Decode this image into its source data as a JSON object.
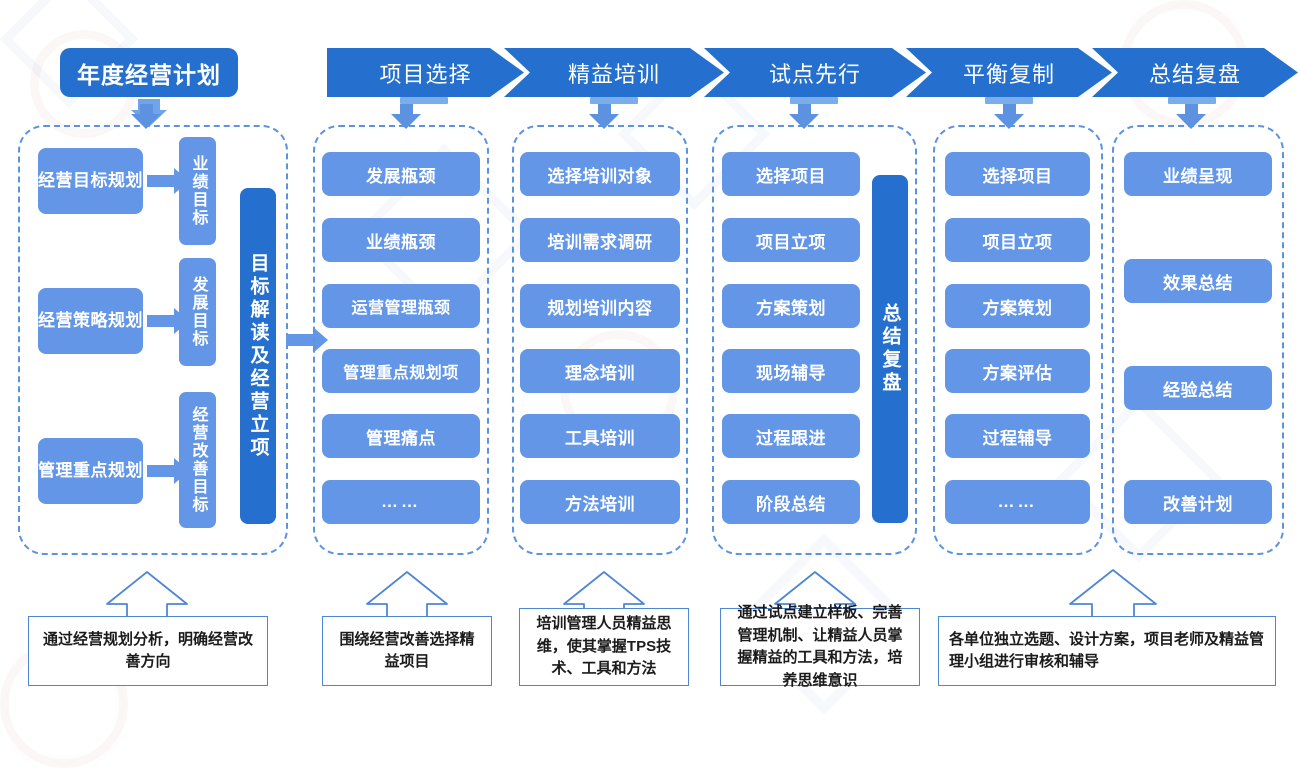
{
  "header": {
    "plan_title": "年度经营计划",
    "stages": [
      {
        "label": "项目选择"
      },
      {
        "label": "精益培训"
      },
      {
        "label": "试点先行"
      },
      {
        "label": "平衡复制"
      },
      {
        "label": "总结复盘"
      }
    ]
  },
  "columns": [
    {
      "key": "annual-plan",
      "pairs": [
        {
          "source": "经营目标规划",
          "target": "业绩目标"
        },
        {
          "source": "经营策略规划",
          "target": "发展目标"
        },
        {
          "source": "管理重点规划",
          "target": "经营改善目标"
        }
      ],
      "bar": "目标解读及经营立项"
    },
    {
      "key": "project-selection",
      "items": [
        "发展瓶颈",
        "业绩瓶颈",
        "运营管理瓶颈",
        "管理重点规划项",
        "管理痛点",
        "……"
      ]
    },
    {
      "key": "lean-training",
      "items": [
        "选择培训对象",
        "培训需求调研",
        "规划培训内容",
        "理念培训",
        "工具培训",
        "方法培训"
      ]
    },
    {
      "key": "pilot-first",
      "items": [
        "选择项目",
        "项目立项",
        "方案策划",
        "现场辅导",
        "过程跟进",
        "阶段总结"
      ],
      "bar": "总结复盘"
    },
    {
      "key": "balanced-replication",
      "items": [
        "选择项目",
        "项目立项",
        "方案策划",
        "方案评估",
        "过程辅导",
        "……"
      ]
    },
    {
      "key": "summary-review",
      "items": [
        "业绩呈现",
        "效果总结",
        "经验总结",
        "改善计划"
      ]
    }
  ],
  "captions": [
    {
      "key": "caption-annual-plan",
      "text": "通过经营规划分析，明确经营改善方向"
    },
    {
      "key": "caption-project-selection",
      "text": "围绕经营改善选择精益项目"
    },
    {
      "key": "caption-lean-training",
      "text": "培训管理人员精益思维，使其掌握TPS技术、工具和方法"
    },
    {
      "key": "caption-pilot-first",
      "text": "通过试点建立样板、完善管理机制、让精益人员掌握精益的工具和方法，培养思维意识"
    },
    {
      "key": "caption-replication-review",
      "text": "各单位独立选题、设计方案，项目老师及精益管理小组进行审核和辅导"
    }
  ],
  "colors": {
    "primary_dark": "#2570CE",
    "primary_light": "#6396E6",
    "dashed_border": "#5B93E0",
    "caption_border": "#4E86D6",
    "background": "#ffffff"
  }
}
